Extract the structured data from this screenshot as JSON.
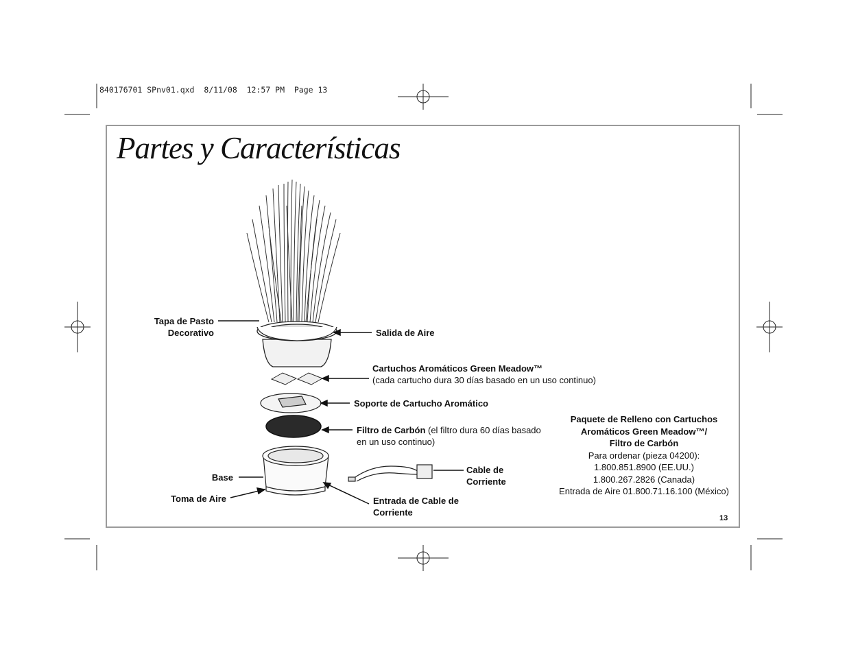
{
  "slug_line": "840176701 SPnv01.qxd  8/11/08  12:57 PM  Page 13",
  "title": "Partes y Características",
  "labels": {
    "grass_cap_line1": "Tapa de Pasto",
    "grass_cap_line2": "Decorativo",
    "air_outlet": "Salida de Aire",
    "cartridges_title": "Cartuchos Aromáticos Green Meadow™",
    "cartridges_note": "(cada cartucho dura 30 días basado en un uso continuo)",
    "cartridge_holder": "Soporte de Cartucho Aromático",
    "carbon_filter_bold": "Filtro de Carbón",
    "carbon_filter_note1": " (el filtro dura 60 días basado",
    "carbon_filter_note2": "en un uso continuo)",
    "base": "Base",
    "air_intake": "Toma de Aire",
    "power_cord_line1": "Cable de",
    "power_cord_line2": "Corriente",
    "power_inlet_line1": "Entrada de Cable de",
    "power_inlet_line2": "Corriente"
  },
  "refill": {
    "heading_line1": "Paquete de Relleno con Cartuchos",
    "heading_line2": "Aromáticos Green Meadow™/",
    "heading_line3": "Filtro de Carbón",
    "order": "Para ordenar (pieza 04200):",
    "phone_us": "1.800.851.8900 (EE.UU.)",
    "phone_ca": "1.800.267.2826  (Canada)",
    "phone_mx": "Entrada de Aire 01.800.71.16.100 (México)"
  },
  "page_number": "13"
}
